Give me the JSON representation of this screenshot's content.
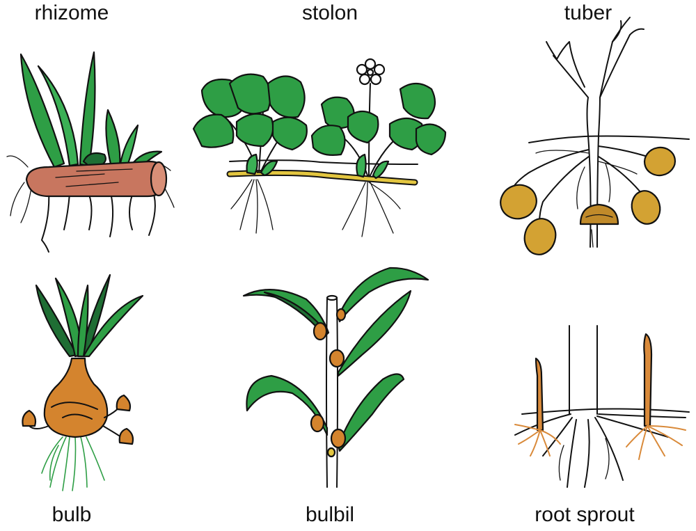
{
  "labels": {
    "rhizome": "rhizome",
    "stolon": "stolon",
    "tuber": "tuber",
    "bulb": "bulb",
    "bulbil": "bulbil",
    "root_sprout": "root sprout"
  },
  "colors": {
    "leaf_green": "#2e9e45",
    "leaf_dark": "#1f6e34",
    "rhizome_brown": "#c8765f",
    "stolon_yellow": "#e3c640",
    "tuber_ochre": "#d3a233",
    "bulb_orange": "#d4842e",
    "sprout_orange": "#d98a3a",
    "outline": "#111111"
  }
}
